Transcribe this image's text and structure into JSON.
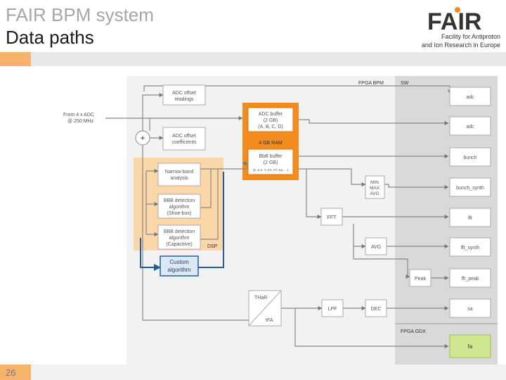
{
  "header": {
    "title_line1": "FAIR BPM system",
    "title_line2": "Data paths",
    "logo_text": "FAIR",
    "org_line1": "Facility for Antiproton",
    "org_line2": "and Ion Research in Europe"
  },
  "footer": {
    "page_number": "26"
  },
  "diagram": {
    "region_fpga_bpm": "FPGA BPM",
    "region_sw": "SW",
    "region_fpga_gdx": "FPGA GDX",
    "region_dsp": "DSP",
    "input_line1": "From 4 x ADC",
    "input_line2": "@ 250 MHz",
    "adc_offset_readings_1": "ADC offset",
    "adc_offset_readings_2": "readings",
    "plus_symbol": "+",
    "adc_offset_coeff_1": "ADC offset",
    "adc_offset_coeff_2": "coefficients",
    "adc_buffer_1": "ADC buffer",
    "adc_buffer_2": "(2 GB)",
    "adc_buffer_3": "(A, B, C, D)",
    "ram_label": "4 GB RAM",
    "bbb_buffer_1": "BbB buffer",
    "bbb_buffer_2": "(2 GB)",
    "bbb_buffer_3": "(Σ, Δ X, Y, ΣX, ΣY, ΣΔ, ...)",
    "narrow_band_1": "Narrow-band",
    "narrow_band_2": "analysis",
    "bbb_shoebox_1": "BBB detection",
    "bbb_shoebox_2": "algorithm",
    "bbb_shoebox_3": "(Shoe-box)",
    "bbb_cap_1": "BBB detection",
    "bbb_cap_2": "algorithm",
    "bbb_cap_3": "(Capacitive)",
    "custom_1": "Custom",
    "custom_2": "algorithm",
    "minmax_1": "MIN",
    "minmax_2": "MAX",
    "minmax_3": "AVG",
    "fft": "FFT",
    "avg": "AVG",
    "peak": "Peak",
    "thar_1": "THaR",
    "thar_2": "tFA",
    "lpf": "LPF",
    "dec": "DEC",
    "sw_adc": "adc",
    "sw_adc2": "adc",
    "sw_bunch": "bunch",
    "sw_bunch_synth": "bunch_synth",
    "sw_fft": "fft",
    "sw_fft_synth": "fft_synth",
    "sw_fft_peak": "fft_peak",
    "sw_sa": "sa",
    "gdx_fa": "fa"
  },
  "colors": {
    "accent_orange": "#f28c1e",
    "dsp_fill": "#fbd6a8",
    "custom_fill": "#dce9f5",
    "custom_stroke": "#1f5f9e",
    "sw_fill": "#d9d9d9",
    "gdx_fill": "#cfe88f"
  }
}
